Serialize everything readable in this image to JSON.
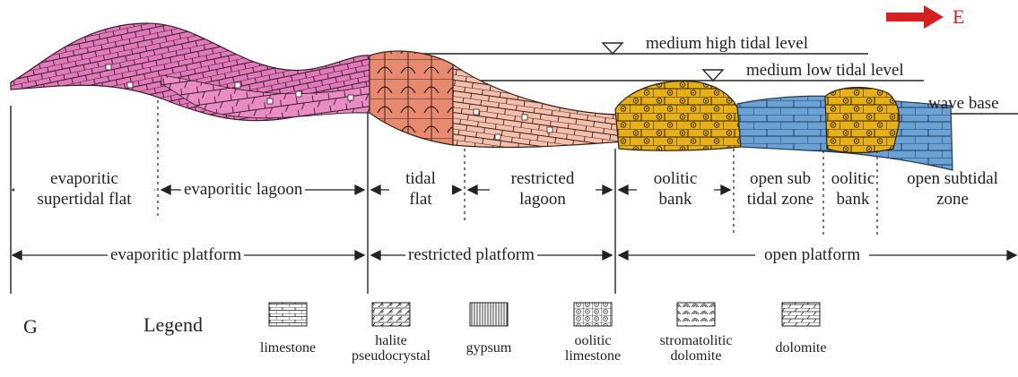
{
  "direction": {
    "label": "E",
    "color": "#d42020"
  },
  "water_levels": [
    {
      "id": "mhtl",
      "label": "medium high tidal level"
    },
    {
      "id": "mltl",
      "label": "medium low tidal level"
    },
    {
      "id": "wb",
      "label": "wave base"
    }
  ],
  "zones": {
    "evaporitic_supertidal_flat": [
      "evaporitic",
      "supertidal flat"
    ],
    "evaporitic_lagoon": "evaporitic lagoon",
    "tidal_flat": [
      "tidal",
      "flat"
    ],
    "restricted_lagoon": [
      "restricted",
      "lagoon"
    ],
    "oolitic_bank_1": [
      "oolitic",
      "bank"
    ],
    "open_subtidal_zone_1": [
      "open sub",
      "tidal zone"
    ],
    "oolitic_bank_2": [
      "oolitic",
      "bank"
    ],
    "open_subtidal_zone_2": [
      "open subtidal",
      "zone"
    ]
  },
  "platforms": {
    "evaporitic": "evaporitic platform",
    "restricted": "restricted platform",
    "open": "open platform"
  },
  "panel_label": "G",
  "legend": {
    "title": "Legend",
    "items": [
      {
        "id": "limestone",
        "label": [
          "limestone"
        ]
      },
      {
        "id": "halite",
        "label": [
          "halite",
          "pseudocrystal"
        ]
      },
      {
        "id": "gypsum",
        "label": [
          "gypsum"
        ]
      },
      {
        "id": "oolitic",
        "label": [
          "oolitic",
          "limestone"
        ]
      },
      {
        "id": "stromatolitic",
        "label": [
          "stromatolitic",
          "dolomite"
        ]
      },
      {
        "id": "dolomite",
        "label": [
          "dolomite"
        ]
      }
    ]
  },
  "colors": {
    "evaporitic": "#e07ab8",
    "tidal": "#e88a70",
    "restricted": "#f2b8a4",
    "oolitic": "#e8b018",
    "limestone": "#6aa2d6",
    "line": "#222222"
  }
}
